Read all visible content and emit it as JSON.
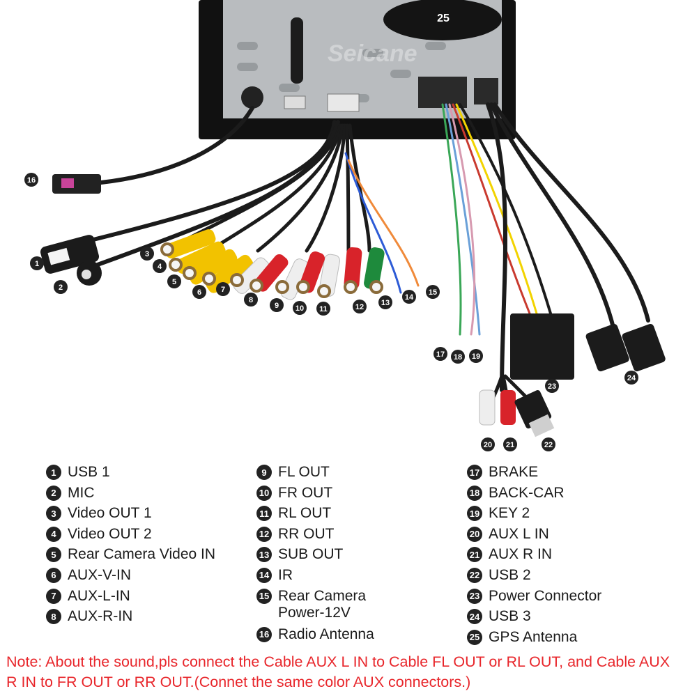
{
  "photo": {
    "watermark": "Seicane",
    "markers": [
      {
        "n": "1",
        "name": "marker-1"
      },
      {
        "n": "2",
        "name": "marker-2"
      },
      {
        "n": "3",
        "name": "marker-3"
      },
      {
        "n": "4",
        "name": "marker-4"
      },
      {
        "n": "5",
        "name": "marker-5"
      },
      {
        "n": "6",
        "name": "marker-6"
      },
      {
        "n": "7",
        "name": "marker-7"
      },
      {
        "n": "8",
        "name": "marker-8"
      },
      {
        "n": "9",
        "name": "marker-9"
      },
      {
        "n": "10",
        "name": "marker-10"
      },
      {
        "n": "11",
        "name": "marker-11"
      },
      {
        "n": "12",
        "name": "marker-12"
      },
      {
        "n": "13",
        "name": "marker-13"
      },
      {
        "n": "14",
        "name": "marker-14"
      },
      {
        "n": "15",
        "name": "marker-15"
      },
      {
        "n": "16",
        "name": "marker-16"
      },
      {
        "n": "17",
        "name": "marker-17"
      },
      {
        "n": "18",
        "name": "marker-18"
      },
      {
        "n": "19",
        "name": "marker-19"
      },
      {
        "n": "20",
        "name": "marker-20"
      },
      {
        "n": "21",
        "name": "marker-21"
      },
      {
        "n": "22",
        "name": "marker-22"
      },
      {
        "n": "23",
        "name": "marker-23"
      },
      {
        "n": "24",
        "name": "marker-24"
      },
      {
        "n": "25",
        "name": "marker-25"
      }
    ]
  },
  "legend": {
    "col1": [
      {
        "n": "1",
        "label": "USB 1"
      },
      {
        "n": "2",
        "label": "MIC"
      },
      {
        "n": "3",
        "label": "Video OUT 1"
      },
      {
        "n": "4",
        "label": "Video OUT 2"
      },
      {
        "n": "5",
        "label": "Rear Camera Video IN"
      },
      {
        "n": "6",
        "label": "AUX-V-IN"
      },
      {
        "n": "7",
        "label": "AUX-L-IN"
      },
      {
        "n": "8",
        "label": "AUX-R-IN"
      }
    ],
    "col2": [
      {
        "n": "9",
        "label": "FL OUT"
      },
      {
        "n": "10",
        "label": "FR OUT"
      },
      {
        "n": "11",
        "label": "RL OUT"
      },
      {
        "n": "12",
        "label": "RR OUT"
      },
      {
        "n": "13",
        "label": "SUB OUT"
      },
      {
        "n": "14",
        "label": "IR"
      },
      {
        "n": "15",
        "label": "Rear Camera\nPower-12V"
      },
      {
        "n": "16",
        "label": "Radio Antenna"
      }
    ],
    "col3": [
      {
        "n": "17",
        "label": "BRAKE"
      },
      {
        "n": "18",
        "label": "BACK-CAR"
      },
      {
        "n": "19",
        "label": "KEY 2"
      },
      {
        "n": "20",
        "label": "AUX L IN"
      },
      {
        "n": "21",
        "label": "AUX R IN"
      },
      {
        "n": "22",
        "label": "USB 2"
      },
      {
        "n": "23",
        "label": "Power Connector"
      },
      {
        "n": "24",
        "label": "USB 3"
      },
      {
        "n": "25",
        "label": "GPS Antenna"
      }
    ]
  },
  "note": "Note: About the sound,pls connect the Cable AUX L IN to Cable FL OUT or RL OUT, and Cable AUX R IN to FR OUT or RR OUT.(Connet the same color AUX connectors.)",
  "colors": {
    "note": "#e8262b",
    "rca_yellow": "#f2c200",
    "rca_white": "#eeeeee",
    "rca_red": "#d8232a",
    "rca_green": "#1e8a3c",
    "cable": "#1b1b1b",
    "chassis": "#b9bcbf"
  }
}
